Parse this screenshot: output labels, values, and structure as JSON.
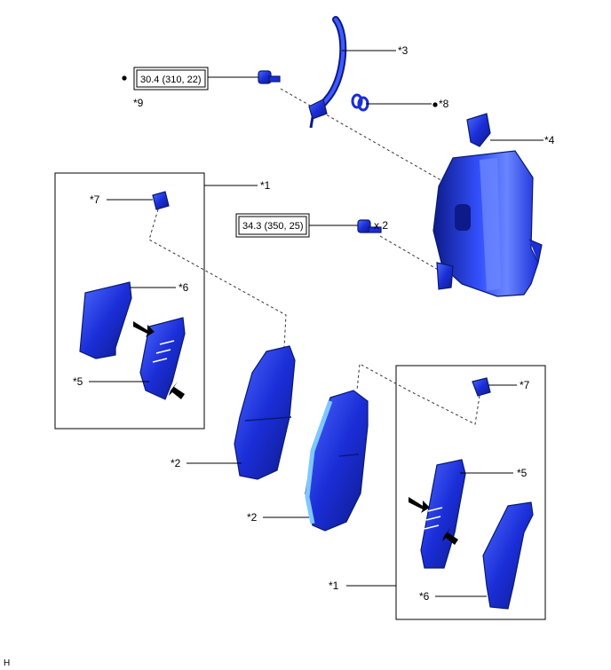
{
  "labels": {
    "pad_kit_left": "*1",
    "pad_kit_right": "*1",
    "pad_inner": "*2",
    "pad_outer": "*2",
    "hose": "*3",
    "caliper": "*4",
    "shim_left": "*5",
    "shim_right": "*5",
    "shim_cover_left": "*6",
    "shim_cover_right": "*6",
    "clip_left": "*7",
    "clip_right": "*7",
    "washer": "*8",
    "bolt_union": "*9"
  },
  "torques": {
    "union_bolt": "30.4 (310, 22)",
    "caliper_bolt": "34.3 (350, 25)"
  },
  "quantity": "x 2",
  "corner_mark": "H",
  "colors": {
    "part_fill": "#1b2ed8",
    "part_dark": "#0d1a8a",
    "part_light": "#4f6cff",
    "pad_edge": "#7fc8ff",
    "arrow": "#000000"
  },
  "icons": {
    "bullet": "filled-circle",
    "arrow": "bold-arrow"
  }
}
